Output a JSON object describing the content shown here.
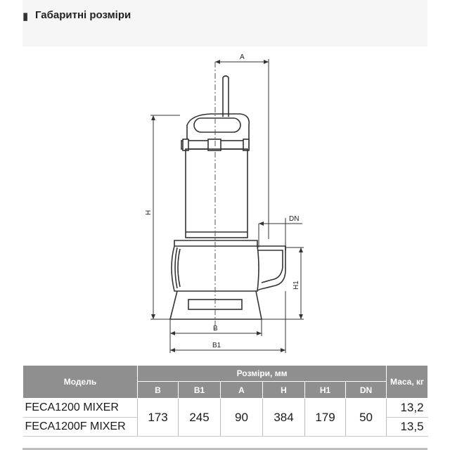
{
  "header": {
    "title": "Габаритні розміри",
    "icon": "document-icon"
  },
  "drawing": {
    "labels": {
      "A": "A",
      "H": "H",
      "H1": "H1",
      "DN": "DN",
      "B": "B",
      "B1": "B1"
    }
  },
  "table": {
    "model_header": "Модель",
    "dims_header": "Розміри, мм",
    "mass_header": "Маса, кг",
    "dim_columns": [
      "B",
      "B1",
      "A",
      "H",
      "H1",
      "DN"
    ],
    "rows": [
      {
        "model": "FECA1200 MIXER",
        "mass": "13,2"
      },
      {
        "model": "FECA1200F MIXER",
        "mass": "13,5"
      }
    ],
    "shared_values": [
      "173",
      "245",
      "90",
      "384",
      "179",
      "50"
    ]
  }
}
